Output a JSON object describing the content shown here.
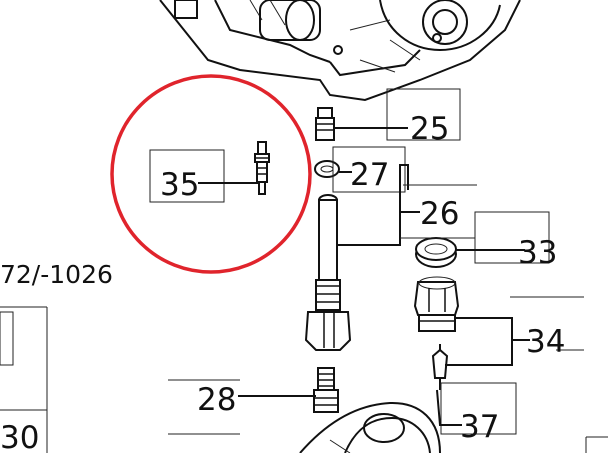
{
  "diagram": {
    "callouts": [
      {
        "id": "c25",
        "label": "25"
      },
      {
        "id": "c27",
        "label": "27"
      },
      {
        "id": "c26",
        "label": "26"
      },
      {
        "id": "c33",
        "label": "33"
      },
      {
        "id": "c34",
        "label": "34"
      },
      {
        "id": "c28",
        "label": "28"
      },
      {
        "id": "c37",
        "label": "37"
      },
      {
        "id": "c35",
        "label": "35"
      },
      {
        "id": "c30",
        "label": "30"
      }
    ],
    "side_ref": "72/-1026",
    "highlight_color": "#e0242c",
    "line_color": "#111111"
  }
}
